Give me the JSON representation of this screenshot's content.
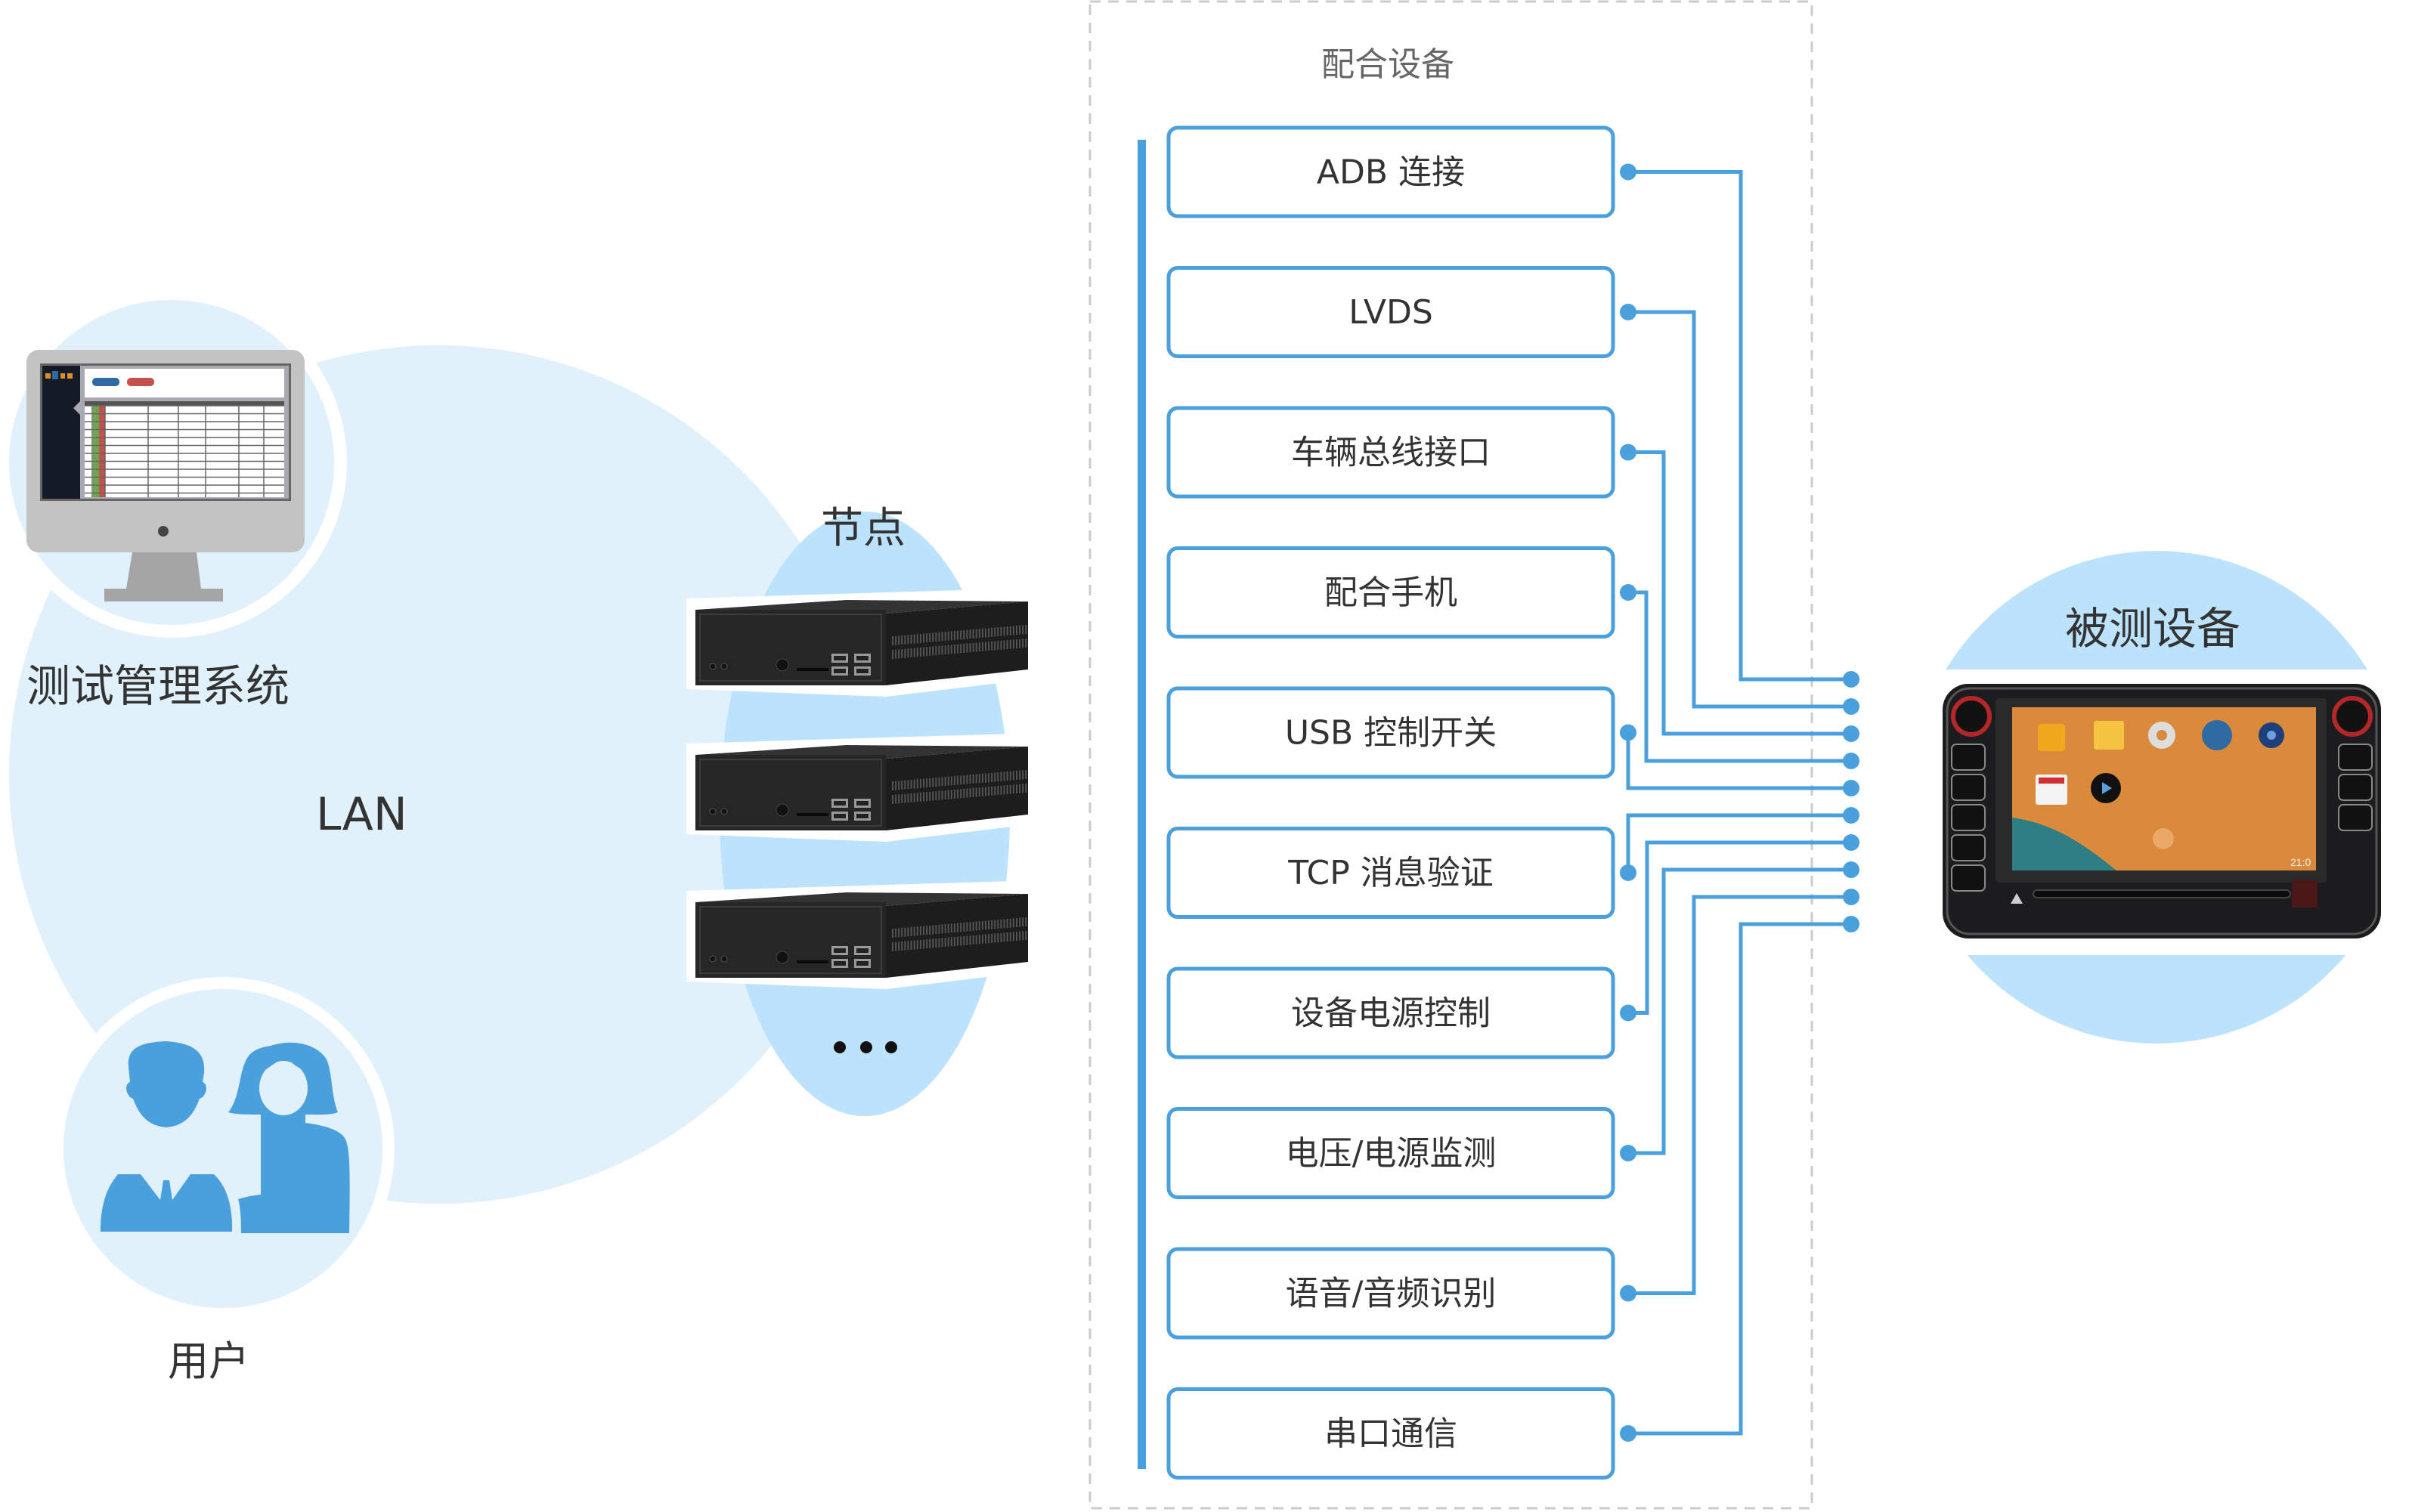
{
  "colors": {
    "lan_bg": "#e0f1fc",
    "node_bg": "#bde2fb",
    "dut_bg": "#bde2fb",
    "line_blue": "#4aa0dc",
    "text": "#333333",
    "dashed": "#cccccc"
  },
  "left": {
    "system_label": "测试管理系统",
    "lan_label": "LAN",
    "user_label": "用户",
    "node_label": "节点",
    "more_label": "•••"
  },
  "aux_devices": {
    "title": "配合设备",
    "items": [
      {
        "label": "ADB 连接"
      },
      {
        "label": "LVDS"
      },
      {
        "label": "车辆总线接口"
      },
      {
        "label": "配合手机"
      },
      {
        "label": "USB 控制开关"
      },
      {
        "label": "TCP 消息验证"
      },
      {
        "label": "设备电源控制"
      },
      {
        "label": "电压/电源监测"
      },
      {
        "label": "语音/音频识别"
      },
      {
        "label": "串口通信"
      }
    ]
  },
  "dut": {
    "label": "被测设备",
    "screen_time": "21:0"
  }
}
